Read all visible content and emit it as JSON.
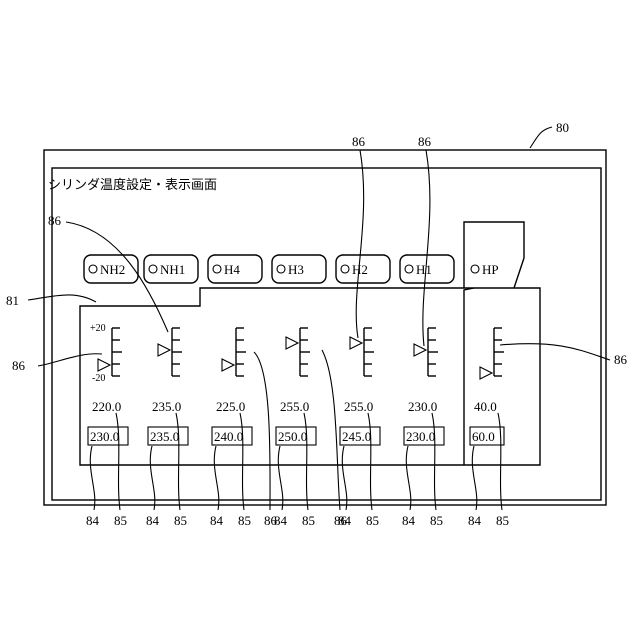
{
  "screen": {
    "title": "シリンダ温度設定・表示画面",
    "ref_outer": "80",
    "ref_panel": "81"
  },
  "scale": {
    "top": "+20",
    "bottom": "-20"
  },
  "zones": [
    {
      "id": "nh2",
      "label": "NH2",
      "actual": "220.0",
      "setpoint": "230.0",
      "marker": "low"
    },
    {
      "id": "nh1",
      "label": "NH1",
      "actual": "235.0",
      "setpoint": "235.0",
      "marker": "mid"
    },
    {
      "id": "h4",
      "label": "H4",
      "actual": "225.0",
      "setpoint": "240.0",
      "marker": "low"
    },
    {
      "id": "h3",
      "label": "H3",
      "actual": "255.0",
      "setpoint": "250.0",
      "marker": "upper"
    },
    {
      "id": "h2",
      "label": "H2",
      "actual": "255.0",
      "setpoint": "245.0",
      "marker": "upper"
    },
    {
      "id": "h1",
      "label": "H1",
      "actual": "230.0",
      "setpoint": "230.0",
      "marker": "mid"
    },
    {
      "id": "hp",
      "label": "HP",
      "actual": "40.0",
      "setpoint": "60.0",
      "marker": "bottom"
    }
  ],
  "refs": {
    "indicator": "86",
    "setpoint_field": "84",
    "actual_value": "85"
  }
}
